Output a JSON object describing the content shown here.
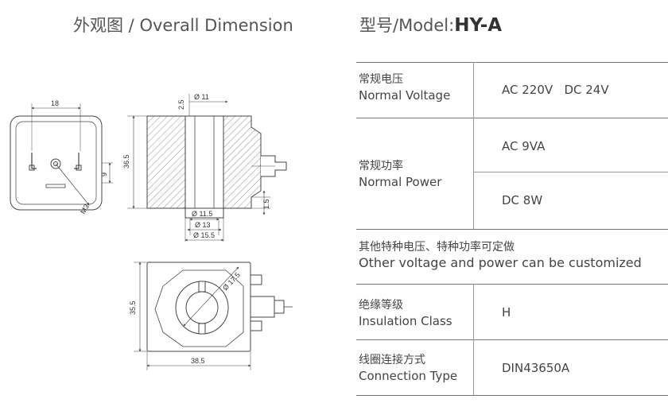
{
  "headings": {
    "dimension_cn": "外观图",
    "dimension_sep": " / ",
    "dimension_en": "Overall Dimension",
    "model_prefix": "型号/Model:",
    "model_value": "HY-A"
  },
  "specs": {
    "voltage": {
      "label_cn": "常规电压",
      "label_en": "Normal Voltage",
      "value_ac": "AC 220V",
      "value_dc": "DC 24V"
    },
    "power": {
      "label_cn": "常规功率",
      "label_en": "Normal Power",
      "value_ac": "AC 9VA",
      "value_dc": "DC 8W"
    },
    "custom": {
      "text_cn": "其他特种电压、特种功率可定做",
      "text_en": "Other voltage and power can be customized"
    },
    "insulation": {
      "label_cn": "绝缘等级",
      "label_en": "Insulation Class",
      "value": "H"
    },
    "connection": {
      "label_cn": "线圈连接方式",
      "label_en": "Connection Type",
      "value": "DIN43650A"
    }
  },
  "dimensions": {
    "front_width": "18",
    "front_height": "9",
    "thread": "M3",
    "top_offset": "2.5",
    "bore_top": "Ø 11",
    "height": "36.5",
    "pin_offset": "1.5",
    "bore_inner": "Ø 11.5",
    "bore_mid": "Ø 13",
    "bore_outer": "Ø 15.5",
    "outer_dia": "Ø 17.5",
    "bottom_height": "35.5",
    "bottom_width": "38.5"
  },
  "colors": {
    "line": "#444444",
    "text": "#444444",
    "divider": "#777777"
  }
}
